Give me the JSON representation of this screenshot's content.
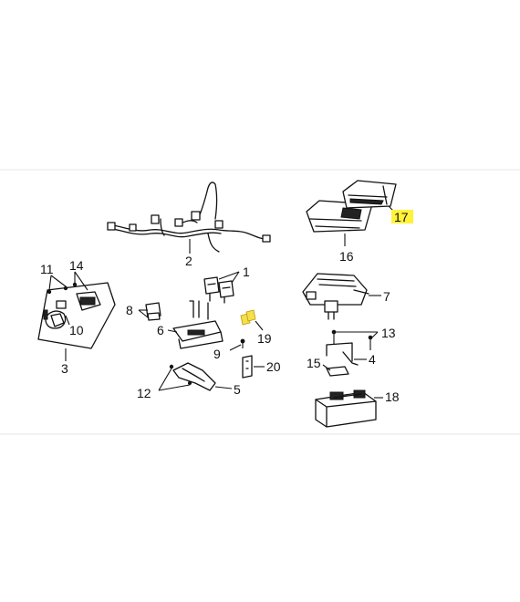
{
  "colors": {
    "line": "#111111",
    "highlight": "#fff23a",
    "fuse": "#f5e04a",
    "frame": "#e6e6e6"
  },
  "callouts": [
    {
      "id": "c1",
      "label": "1"
    },
    {
      "id": "c2",
      "label": "2"
    },
    {
      "id": "c3",
      "label": "3"
    },
    {
      "id": "c4",
      "label": "4"
    },
    {
      "id": "c5",
      "label": "5"
    },
    {
      "id": "c6",
      "label": "6"
    },
    {
      "id": "c7",
      "label": "7"
    },
    {
      "id": "c8",
      "label": "8"
    },
    {
      "id": "c9",
      "label": "9"
    },
    {
      "id": "c10",
      "label": "10"
    },
    {
      "id": "c11",
      "label": "11"
    },
    {
      "id": "c12",
      "label": "12"
    },
    {
      "id": "c13",
      "label": "13"
    },
    {
      "id": "c14",
      "label": "14"
    },
    {
      "id": "c15",
      "label": "15"
    },
    {
      "id": "c16",
      "label": "16"
    },
    {
      "id": "c17",
      "label": "17",
      "highlighted": true
    },
    {
      "id": "c18",
      "label": "18"
    },
    {
      "id": "c19",
      "label": "19"
    },
    {
      "id": "c20",
      "label": "20"
    }
  ]
}
